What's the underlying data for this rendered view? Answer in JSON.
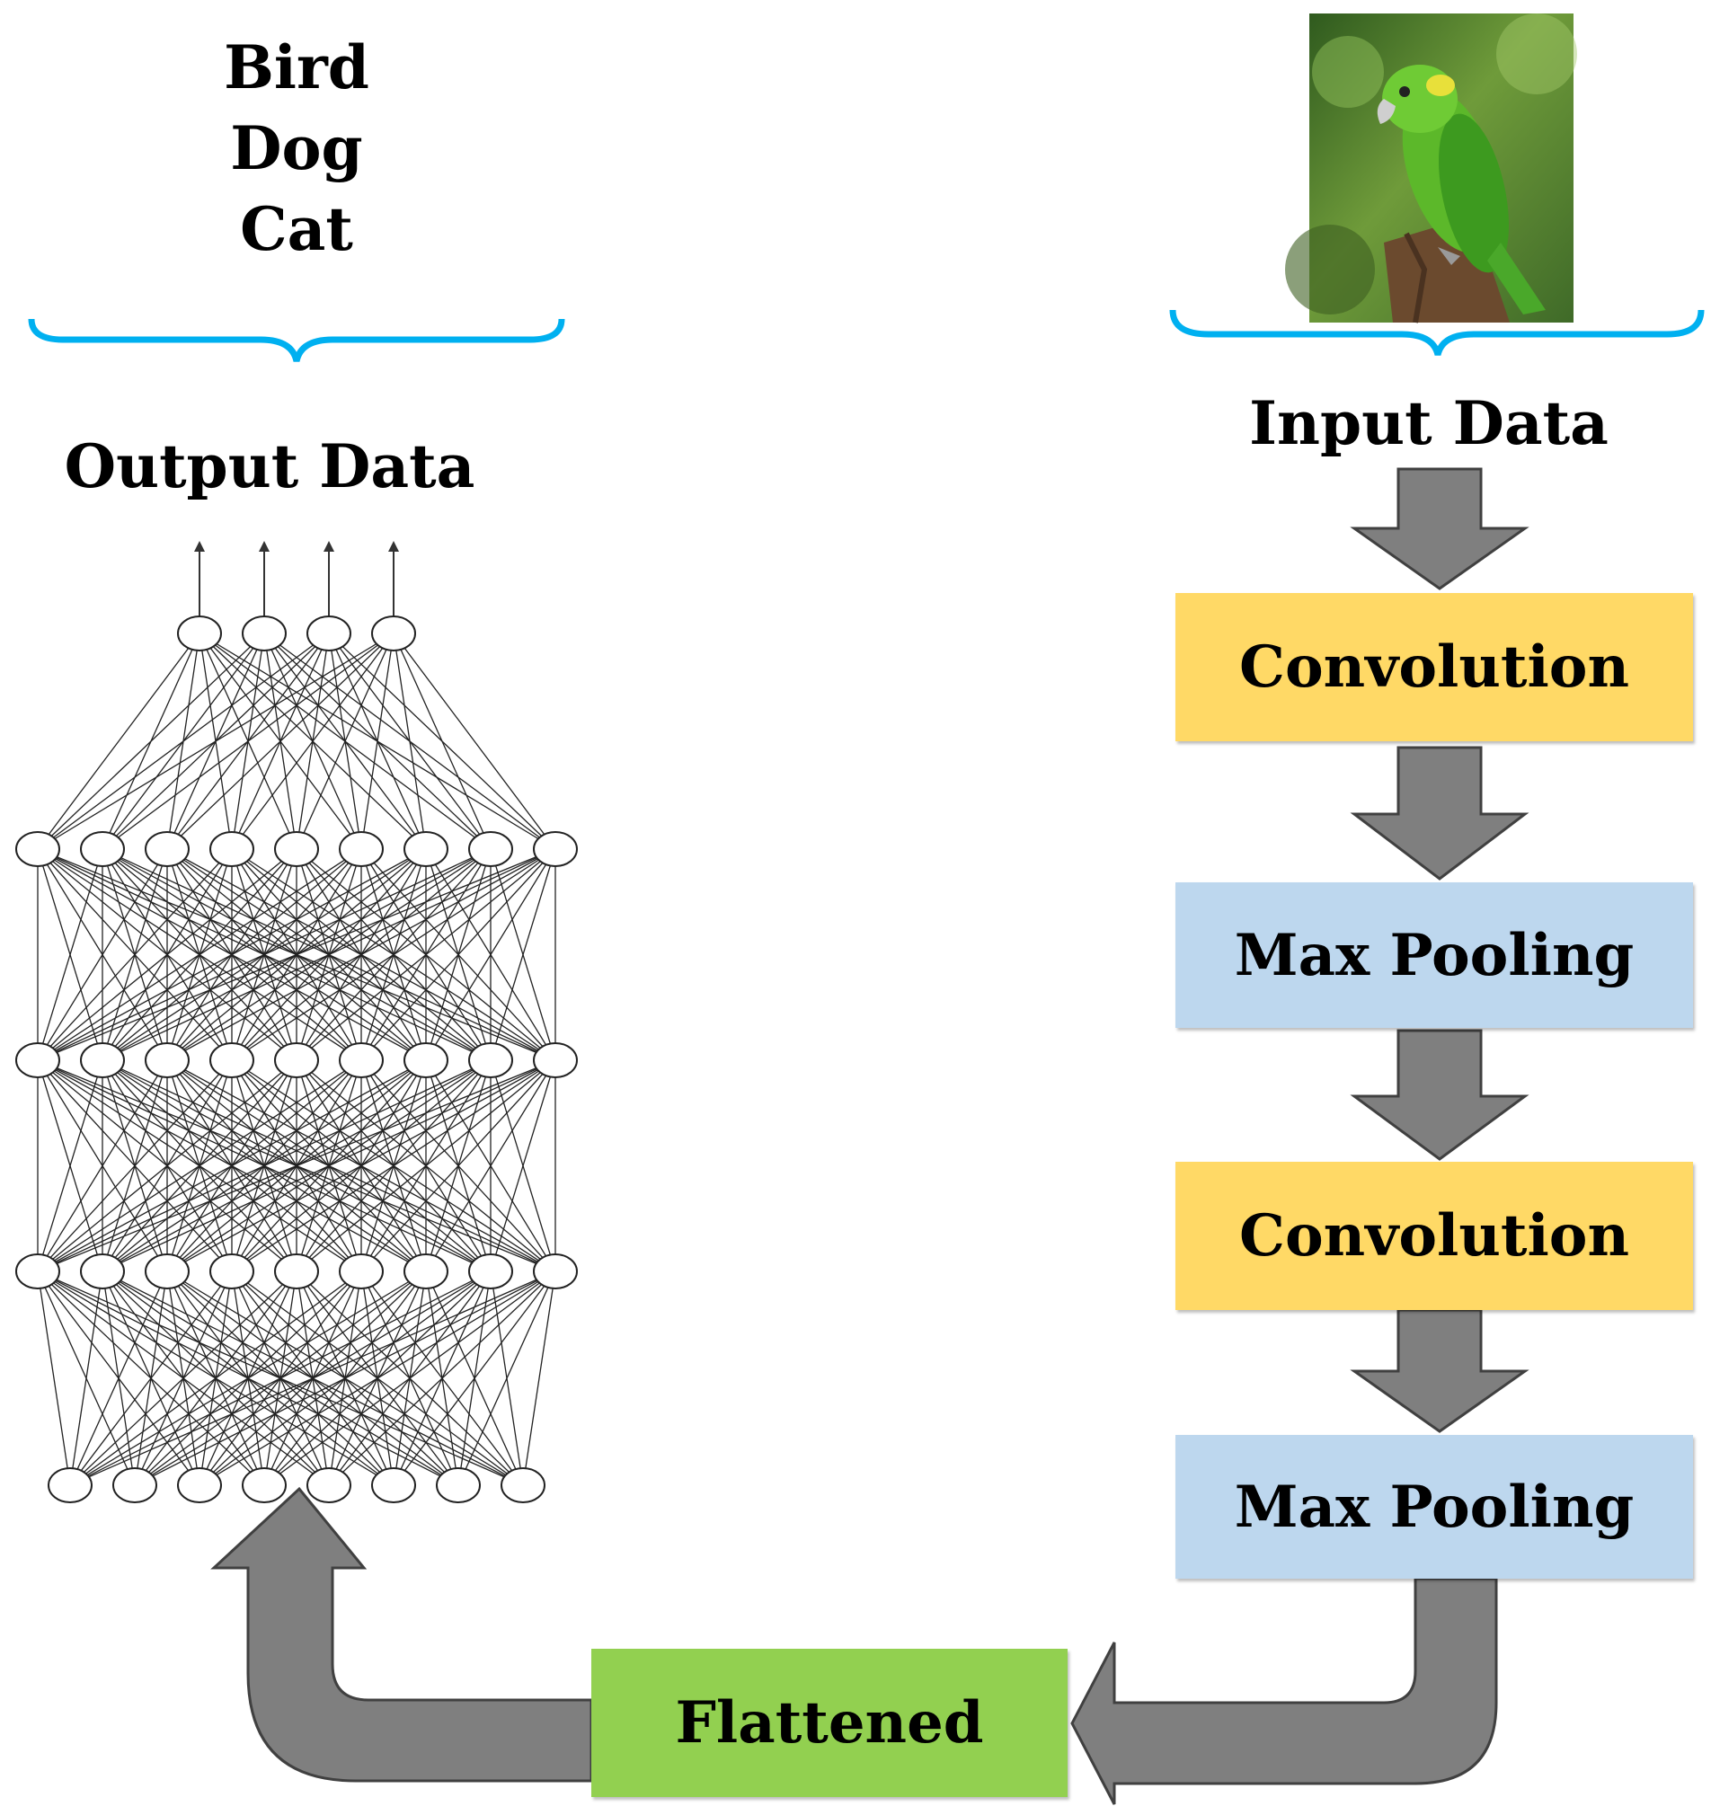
{
  "output_classes": [
    "Bird",
    "Dog",
    "Cat"
  ],
  "output_title": "Output Data",
  "input_title": "Input Data",
  "input_image": "parrot-photo",
  "steps": {
    "conv1": "Convolution",
    "pool1": "Max Pooling",
    "conv2": "Convolution",
    "pool2": "Max Pooling",
    "flatten": "Flattened"
  },
  "colors": {
    "convolution": "#ffd966",
    "pooling": "#bdd7ee",
    "flattened": "#92d050",
    "arrow": "#7f7f7f",
    "brace": "#00b0f0"
  },
  "network": {
    "layer_sizes": [
      4,
      9,
      9,
      9,
      8
    ],
    "output_arrows": 4
  }
}
